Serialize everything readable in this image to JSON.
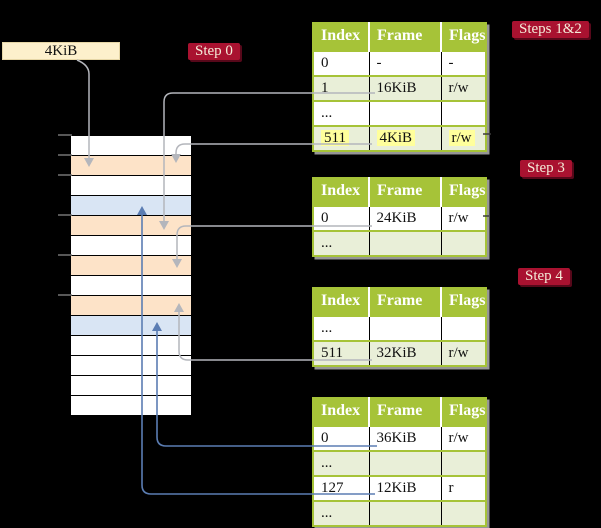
{
  "labels": {
    "page_size_box": "4KiB"
  },
  "badges": {
    "step0": "Step 0",
    "steps12": "Steps 1&2",
    "step3": "Step 3",
    "step4": "Step 4"
  },
  "memory": {
    "rows": [
      {
        "color": "white"
      },
      {
        "color": "orange"
      },
      {
        "color": "white"
      },
      {
        "color": "blue"
      },
      {
        "color": "orange"
      },
      {
        "color": "white"
      },
      {
        "color": "orange"
      },
      {
        "color": "white"
      },
      {
        "color": "orange"
      },
      {
        "color": "blue"
      },
      {
        "color": "white"
      },
      {
        "color": "white"
      },
      {
        "color": "white"
      },
      {
        "color": "white"
      }
    ]
  },
  "tables": [
    {
      "name": "table-steps-1-2",
      "headers": [
        "Index",
        "Frame",
        "Flags"
      ],
      "rows": [
        {
          "variant": "plain",
          "cells": [
            "0",
            "-",
            "-"
          ]
        },
        {
          "variant": "shaded",
          "cells": [
            "1",
            "16KiB",
            "r/w"
          ]
        },
        {
          "variant": "plain",
          "cells": [
            "...",
            "",
            ""
          ]
        },
        {
          "variant": "shaded-highlight",
          "cells": [
            "511",
            "4KiB",
            "r/w"
          ]
        }
      ]
    },
    {
      "name": "table-step-3",
      "headers": [
        "Index",
        "Frame",
        "Flags"
      ],
      "rows": [
        {
          "variant": "plain",
          "cells": [
            "0",
            "24KiB",
            "r/w"
          ]
        },
        {
          "variant": "shaded",
          "cells": [
            "...",
            "",
            ""
          ]
        }
      ]
    },
    {
      "name": "table-step-4-upper",
      "headers": [
        "Index",
        "Frame",
        "Flags"
      ],
      "rows": [
        {
          "variant": "plain",
          "cells": [
            "...",
            "",
            ""
          ]
        },
        {
          "variant": "shaded",
          "cells": [
            "511",
            "32KiB",
            "r/w"
          ]
        }
      ]
    },
    {
      "name": "table-step-4-lower",
      "headers": [
        "Index",
        "Frame",
        "Flags"
      ],
      "rows": [
        {
          "variant": "plain",
          "cells": [
            "0",
            "36KiB",
            "r/w"
          ]
        },
        {
          "variant": "shaded",
          "cells": [
            "...",
            "",
            ""
          ]
        },
        {
          "variant": "plain",
          "cells": [
            "127",
            "12KiB",
            "r"
          ]
        },
        {
          "variant": "shaded",
          "cells": [
            "...",
            "",
            ""
          ]
        }
      ]
    }
  ],
  "colors": {
    "header_green": "#a6c338",
    "row_shaded_green": "#e9efd8",
    "highlight_yellow": "#ffff9c",
    "badge_red": "#a91230",
    "badge_text": "#f5ecd9",
    "memory_orange": "#fde3c8",
    "memory_blue": "#d9e5f4",
    "pagesize_box_cream": "#fdf0cc",
    "arrow_gray": "#b4b6bc",
    "arrow_blue": "#5b7db3"
  }
}
